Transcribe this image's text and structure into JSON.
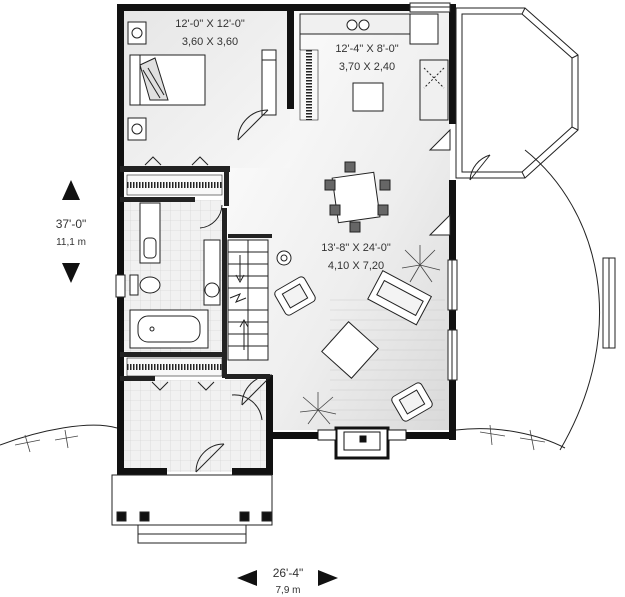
{
  "rooms": [
    {
      "name": "bedroom",
      "imperial": "12'-0\" X 12'-0\"",
      "metric": "3,60 X 3,60"
    },
    {
      "name": "kitchen",
      "imperial": "12'-4\" X 8'-0\"",
      "metric": "3,70 X 2,40"
    },
    {
      "name": "living",
      "imperial": "13'-8\" X 24'-0\"",
      "metric": "4,10 X 7,20"
    }
  ],
  "dimensions": {
    "depth": {
      "imperial": "37'-0\"",
      "metric": "11,1 m"
    },
    "width": {
      "imperial": "26'-4\"",
      "metric": "7,9 m"
    }
  },
  "colors": {
    "wall": "#111111",
    "floor": "#e9e9e9",
    "line": "#333333"
  }
}
